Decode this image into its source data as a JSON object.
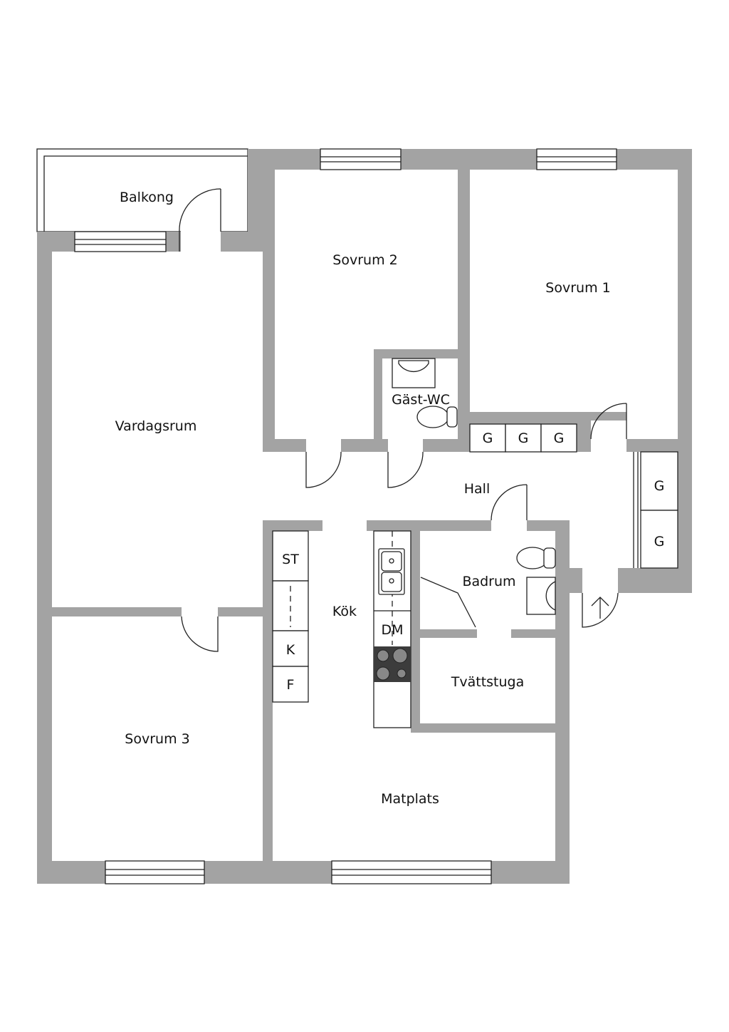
{
  "rooms": {
    "balkong": "Balkong",
    "sovrum2": "Sovrum 2",
    "sovrum1": "Sovrum 1",
    "vardagsrum": "Vardagsrum",
    "gast_wc": "Gäst-WC",
    "hall": "Hall",
    "badrum": "Badrum",
    "kok": "Kök",
    "tvattstuga": "Tvättstuga",
    "sovrum3": "Sovrum 3",
    "matplats": "Matplats"
  },
  "fixtures": {
    "wardrobe": "G",
    "storage": "ST",
    "fridge_k": "K",
    "freezer_f": "F",
    "dishwasher": "DM"
  },
  "colors": {
    "wall": "#a3a3a3",
    "stove": "#3c3c3c"
  }
}
